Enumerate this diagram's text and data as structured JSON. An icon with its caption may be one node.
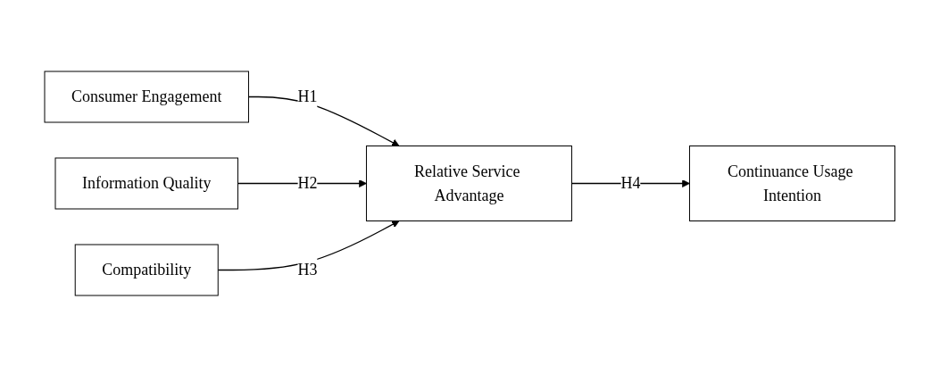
{
  "diagram": {
    "nodes": [
      {
        "text": [
          "Consumer Engagement"
        ]
      },
      {
        "text": [
          "Information Quality"
        ]
      },
      {
        "text": [
          "Compatibility"
        ]
      },
      {
        "text": [
          "Relative Service Advantage"
        ]
      },
      {
        "text": [
          "Continuance Usage Intention"
        ]
      }
    ],
    "edges": [
      {
        "from": 0,
        "to": 3,
        "arrow": "to",
        "label": "H1"
      },
      {
        "from": 1,
        "to": 3,
        "arrow": "to",
        "label": "H2"
      },
      {
        "from": 2,
        "to": 3,
        "arrow": "to",
        "label": "H3"
      },
      {
        "from": 3,
        "to": 4,
        "arrow": "to",
        "label": "H4"
      }
    ]
  }
}
